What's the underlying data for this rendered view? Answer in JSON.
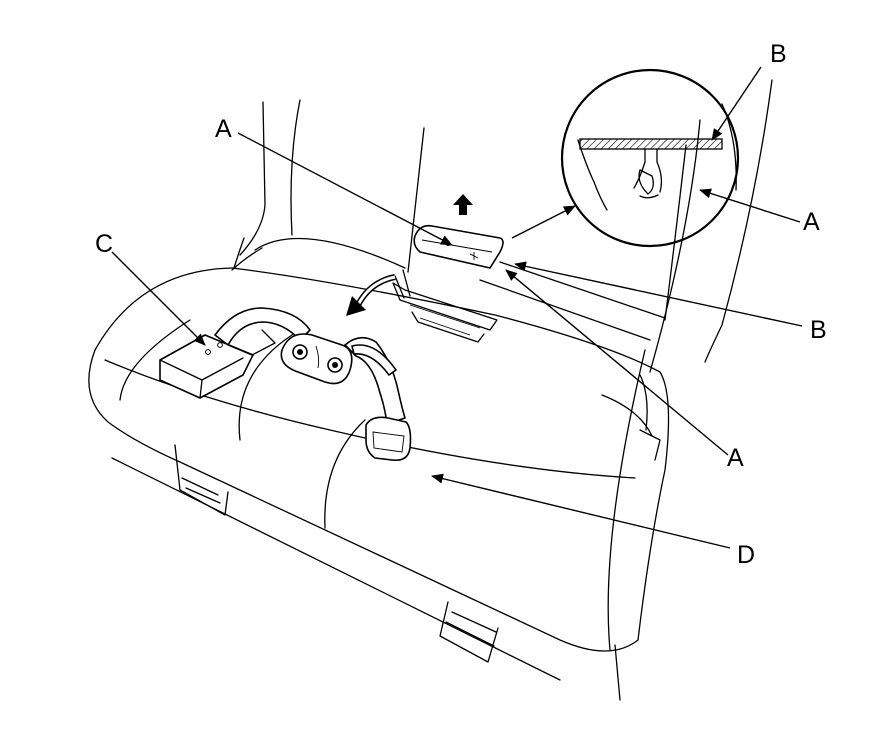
{
  "callouts": {
    "a_top": "A",
    "a_right": "A",
    "a_bottom": "A",
    "b_top": "B",
    "b_right": "B",
    "c": "C",
    "d": "D"
  },
  "colors": {
    "line": "#000000",
    "background": "#ffffff"
  }
}
